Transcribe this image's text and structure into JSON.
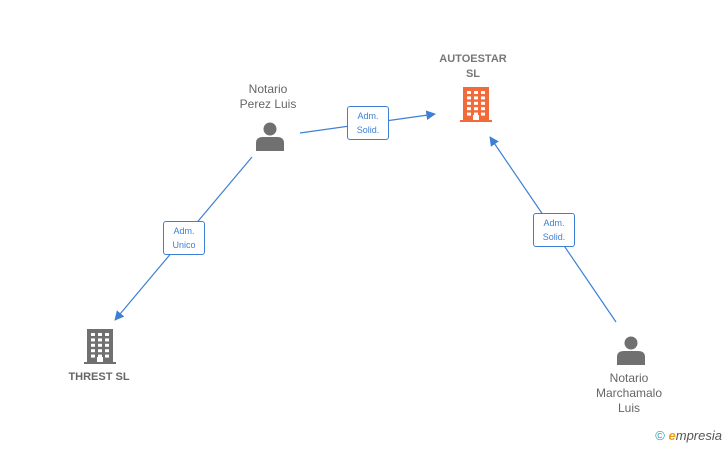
{
  "colors": {
    "edge": "#3d7fd6",
    "person": "#707070",
    "company": "#707070",
    "main_company": "#f26a3a"
  },
  "nodes": [
    {
      "id": "autoestar",
      "type": "company",
      "main": true,
      "label": "AUTOESTAR\nSL",
      "icon": "building-icon"
    },
    {
      "id": "perez",
      "type": "person",
      "label": "Notario\nPerez Luis",
      "icon": "person-icon"
    },
    {
      "id": "threst",
      "type": "company",
      "label": "THREST  SL",
      "icon": "building-icon"
    },
    {
      "id": "marchamalo",
      "type": "person",
      "label": "Notario\nMarchamalo\nLuis",
      "icon": "person-icon"
    }
  ],
  "edges": [
    {
      "from": "perez",
      "to": "autoestar",
      "label": "Adm.\nSolid."
    },
    {
      "from": "perez",
      "to": "threst",
      "label": "Adm.\nUnico"
    },
    {
      "from": "marchamalo",
      "to": "autoestar",
      "label": "Adm.\nSolid."
    }
  ],
  "footer": {
    "copyright": "©",
    "brand_initial": "e",
    "brand_rest": "mpresia"
  }
}
